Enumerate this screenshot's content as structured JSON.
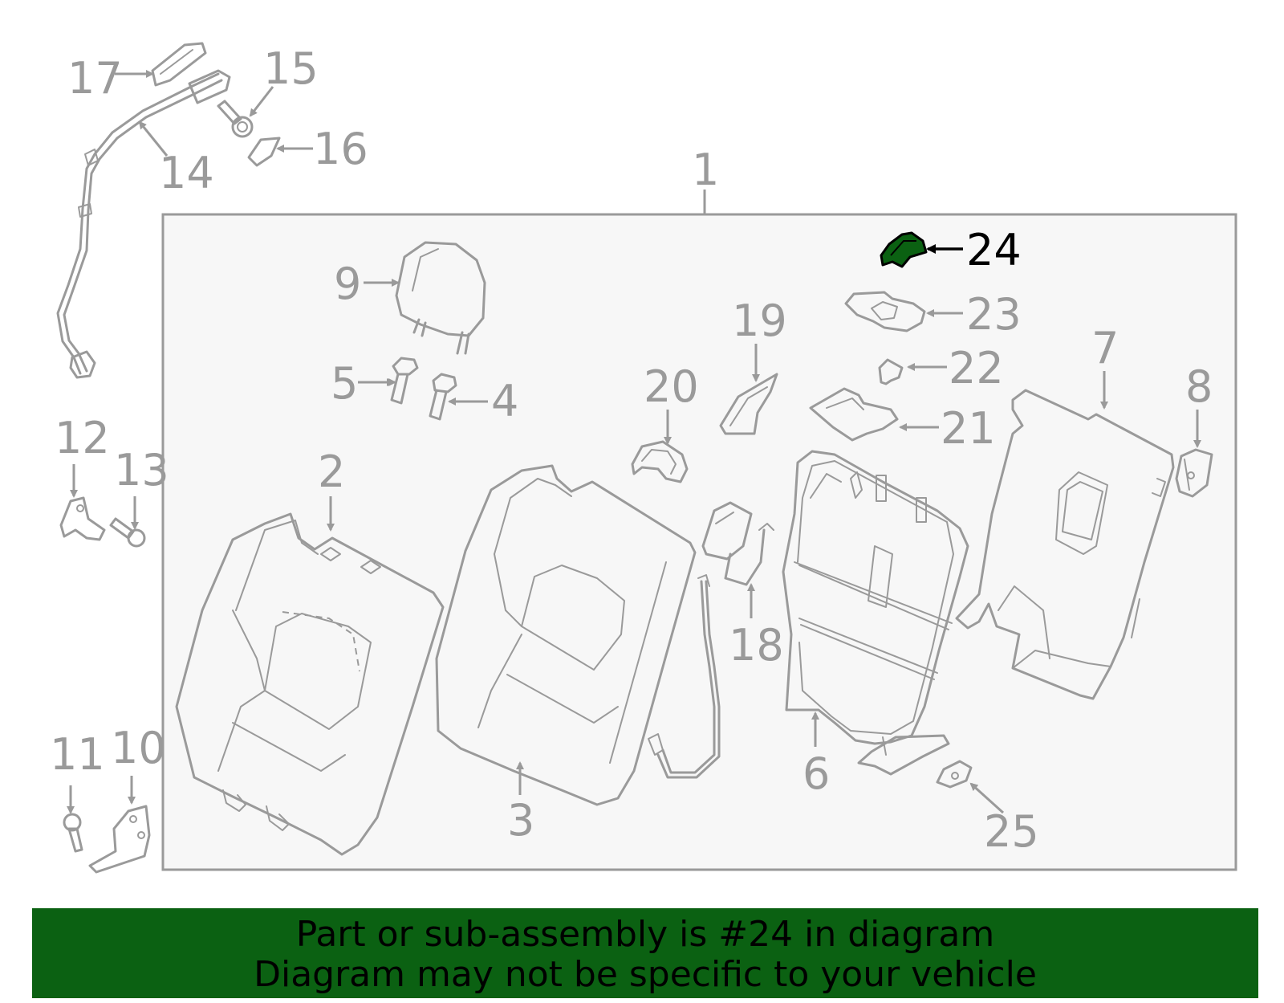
{
  "labels": {
    "p1": "1",
    "p2": "2",
    "p3": "3",
    "p4": "4",
    "p5": "5",
    "p6": "6",
    "p7": "7",
    "p8": "8",
    "p9": "9",
    "p10": "10",
    "p11": "11",
    "p12": "12",
    "p13": "13",
    "p14": "14",
    "p15": "15",
    "p16": "16",
    "p17": "17",
    "p18": "18",
    "p19": "19",
    "p20": "20",
    "p21": "21",
    "p22": "22",
    "p23": "23",
    "p24": "24",
    "p25": "25"
  },
  "highlight": {
    "part": "24",
    "color": "#0b6112"
  },
  "banner": {
    "line1": "Part or sub-assembly is #24 in diagram",
    "line2": "Diagram may not be specific to your vehicle",
    "background": "#0b6112"
  }
}
